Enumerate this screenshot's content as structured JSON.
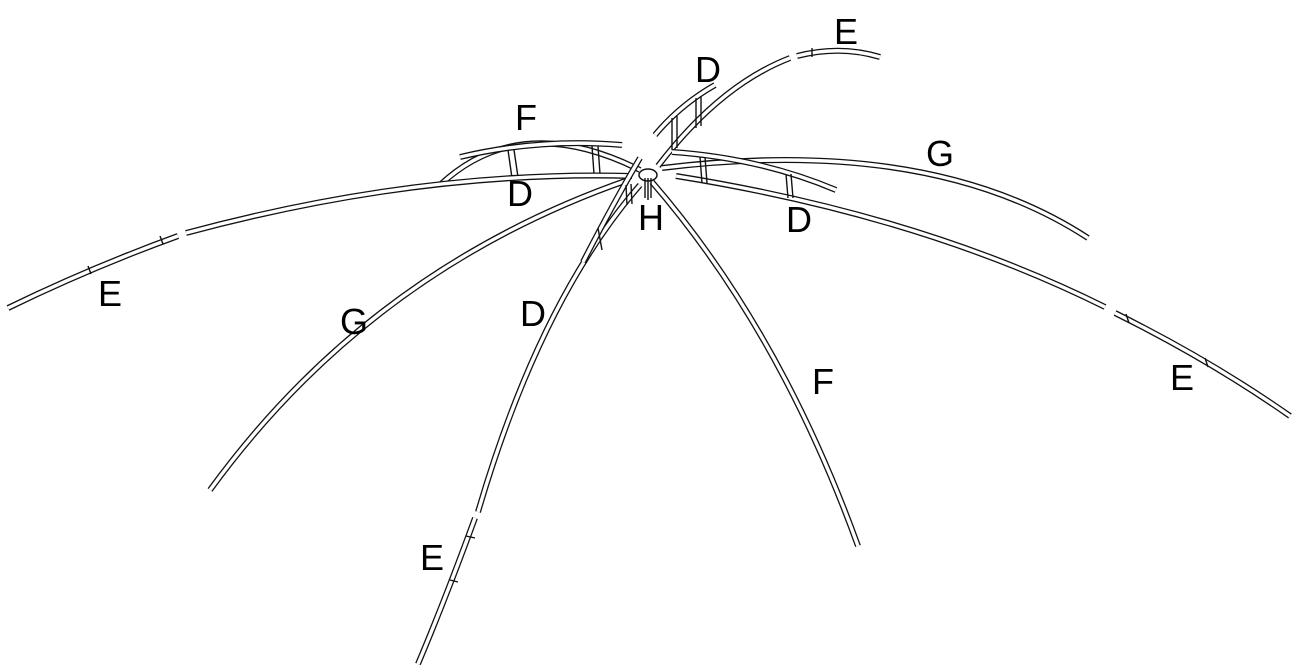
{
  "labels": {
    "e_top": "E",
    "d_top": "D",
    "f_back": "F",
    "g_back_right": "G",
    "d_left": "D",
    "h_hub": "H",
    "d_right": "D",
    "e_left": "E",
    "g_front_left": "G",
    "d_front": "D",
    "f_front_right": "F",
    "e_right": "E",
    "e_bottom": "E"
  }
}
